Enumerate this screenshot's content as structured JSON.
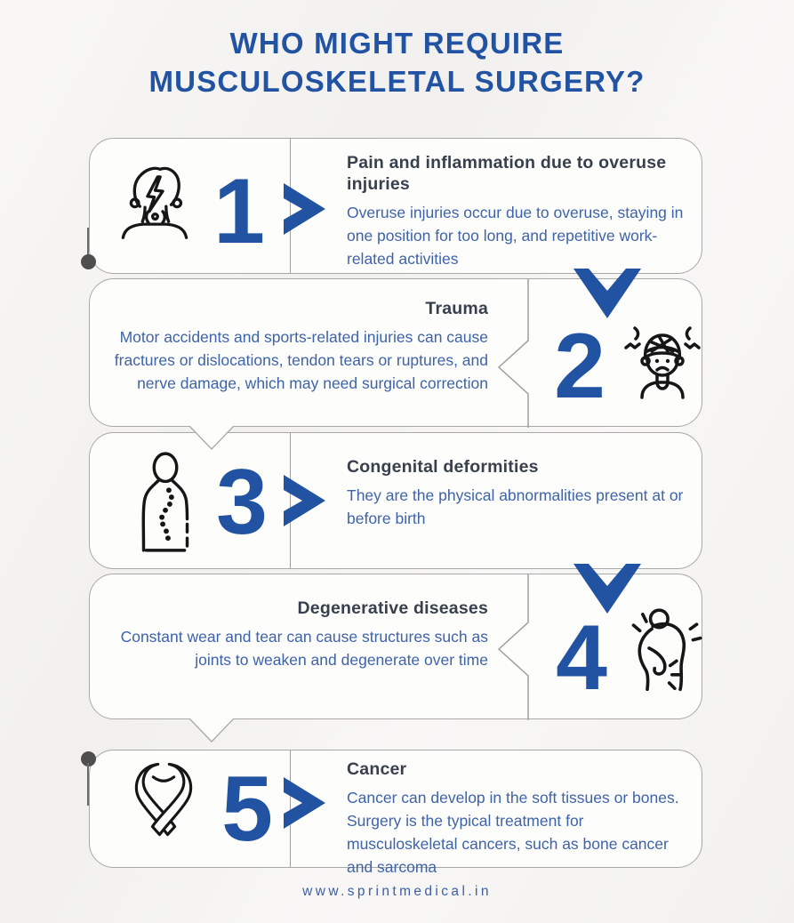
{
  "title": {
    "lines": [
      "WHO MIGHT REQUIRE",
      "MUSCULOSKELETAL SURGERY?"
    ]
  },
  "items": [
    {
      "number": "1",
      "icon": "neck-pain-icon",
      "heading": "Pain and inflammation due to overuse injuries",
      "body": "Overuse injuries occur due to overuse, staying in one position for too long, and repetitive work-related activities",
      "side": "left"
    },
    {
      "number": "2",
      "icon": "head-injury-icon",
      "heading": "Trauma",
      "body": "Motor accidents and sports-related injuries can cause fractures or dislocations, tendon tears or ruptures, and nerve damage, which may need surgical correction",
      "side": "right"
    },
    {
      "number": "3",
      "icon": "scoliosis-spine-icon",
      "heading": "Congenital deformities",
      "body": "They are the physical abnormalities present at or before birth",
      "side": "left"
    },
    {
      "number": "4",
      "icon": "back-pain-icon",
      "heading": "Degenerative diseases",
      "body": "Constant wear and tear can cause structures such as joints to weaken and degenerate over time",
      "side": "right"
    },
    {
      "number": "5",
      "icon": "cancer-ribbon-icon",
      "heading": "Cancer",
      "body": "Cancer can develop in the soft tissues or bones. Surgery is the typical treatment for musculoskeletal cancers, such as bone cancer and sarcoma",
      "side": "left"
    }
  ],
  "footer": {
    "website": "www.sprintmedical.in"
  },
  "colors": {
    "accent_blue": "#2253a3",
    "heading_dark": "#39404d",
    "body_blue": "#3e63a9",
    "border_gray": "#a8a8a8",
    "bubble_bg": "#fdfdfc",
    "page_bg": "#f4f3f1",
    "icon_black": "#161616",
    "pin_gray": "#4e4e4e"
  }
}
